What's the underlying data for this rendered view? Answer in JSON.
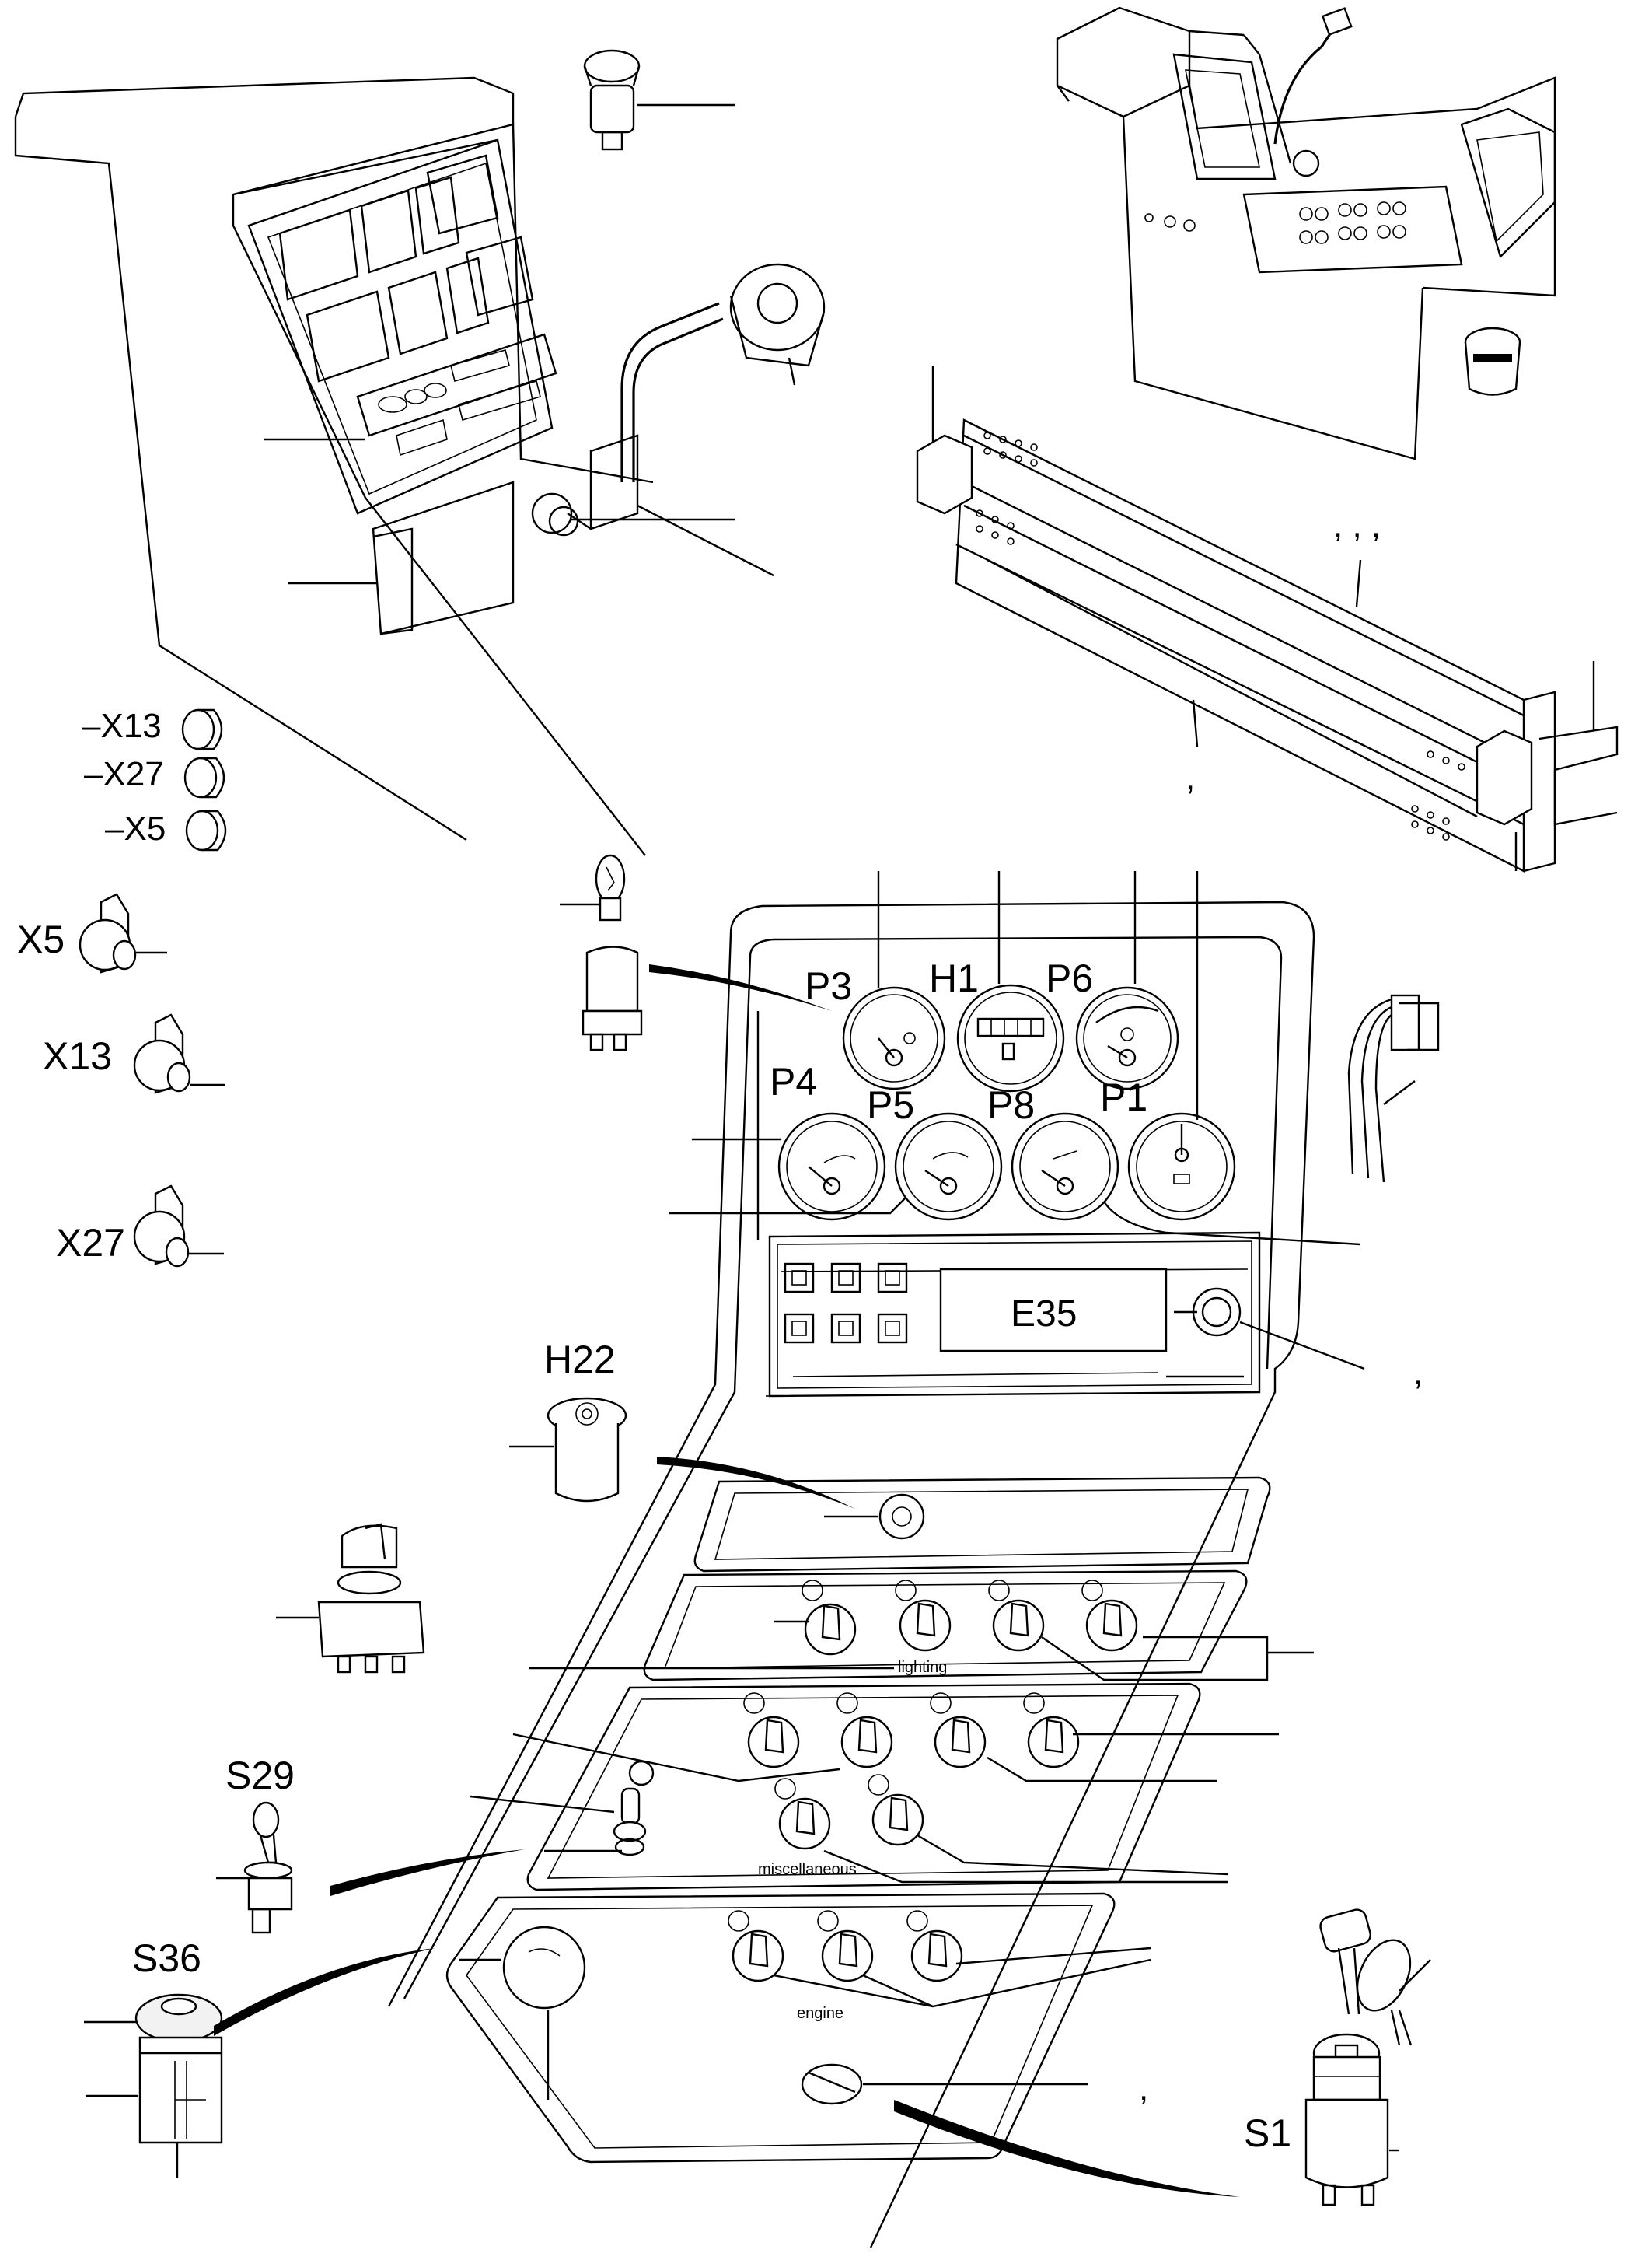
{
  "callouts": {
    "x13_top": "X13",
    "x27_top": "X27",
    "x5_top": "X5",
    "x5": "X5",
    "x13": "X13",
    "x27": "X27",
    "p3": "P3",
    "h1": "H1",
    "p6": "P6",
    "p4": "P4",
    "p5": "P5",
    "p8": "P8",
    "p1": "P1",
    "e35": "E35",
    "h22": "H22",
    "s29": "S29",
    "s36": "S36",
    "s1": "S1"
  },
  "panel_labels": {
    "lighting": "lighting",
    "miscellaneous": "miscellaneous",
    "engine": "engine"
  },
  "dash_prefix": "–",
  "commas": {
    "rail_top": ",  ,  ,",
    "rail_bottom": ",",
    "e35_side": ",",
    "key_side": ","
  }
}
